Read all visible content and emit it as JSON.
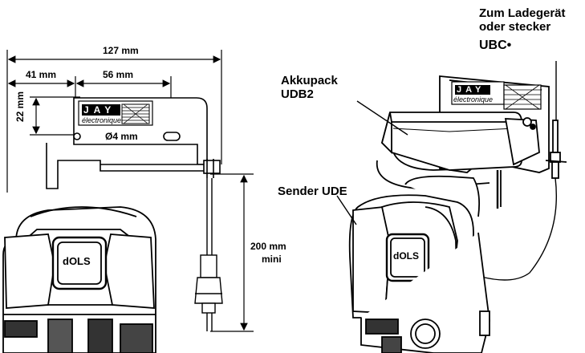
{
  "dimensions": {
    "overall_width": "127 mm",
    "left_offset": "41 mm",
    "hole_spacing": "56 mm",
    "height": "22 mm",
    "hole_diameter": "Ø4 mm",
    "min_length": "200 mm",
    "min_length_suffix": "mini"
  },
  "callouts": {
    "battery_pack_line1": "Akkupack",
    "battery_pack_line2": "UDB2",
    "charger_line1": "Zum Ladegerät",
    "charger_line2": "oder stecker",
    "charger_line3": "UBC•",
    "transmitter": "Sender UDE"
  },
  "logos": {
    "brand": "JAY",
    "brand_sub": "électronique",
    "device_badge": "dOLS"
  }
}
